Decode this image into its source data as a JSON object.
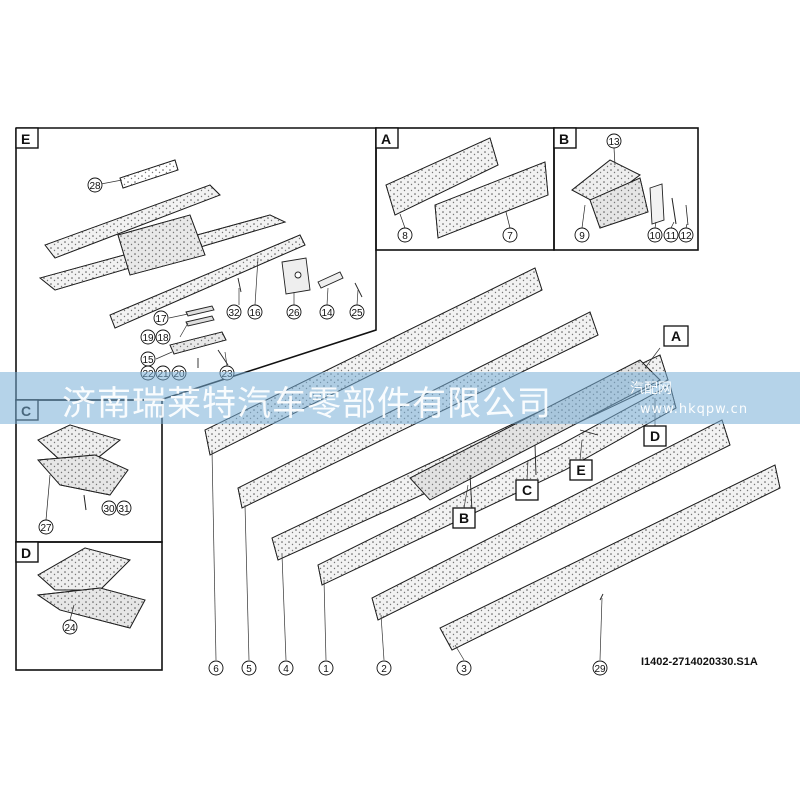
{
  "panels": {
    "E": "E",
    "A": "A",
    "B": "B",
    "C": "C",
    "D": "D"
  },
  "callouts": {
    "A": "A",
    "B": "B",
    "C": "C",
    "D": "D",
    "E": "E"
  },
  "parts": {
    "p1": "1",
    "p2": "2",
    "p3": "3",
    "p4": "4",
    "p5": "5",
    "p6": "6",
    "p7": "7",
    "p8": "8",
    "p9": "9",
    "p10": "10",
    "p11": "11",
    "p12": "12",
    "p13": "13",
    "p14": "14",
    "p15": "15",
    "p16": "16",
    "p17": "17",
    "p18": "18",
    "p19": "19",
    "p20": "20",
    "p21": "21",
    "p22": "22",
    "p23": "23",
    "p24": "24",
    "p25": "25",
    "p26": "26",
    "p27": "27",
    "p28": "28",
    "p29": "29",
    "p30": "30",
    "p31": "31",
    "p32": "32"
  },
  "drawing_code": "I1402-2714020330.S1A",
  "watermark": {
    "company": "济南瑞莱特汽车零部件有限公司",
    "site": "汽配网",
    "url": "www.hkqpw.cn"
  },
  "colors": {
    "line": "#222222",
    "part_fill": "#f2f2f2",
    "watermark_band": "#78afd7"
  }
}
